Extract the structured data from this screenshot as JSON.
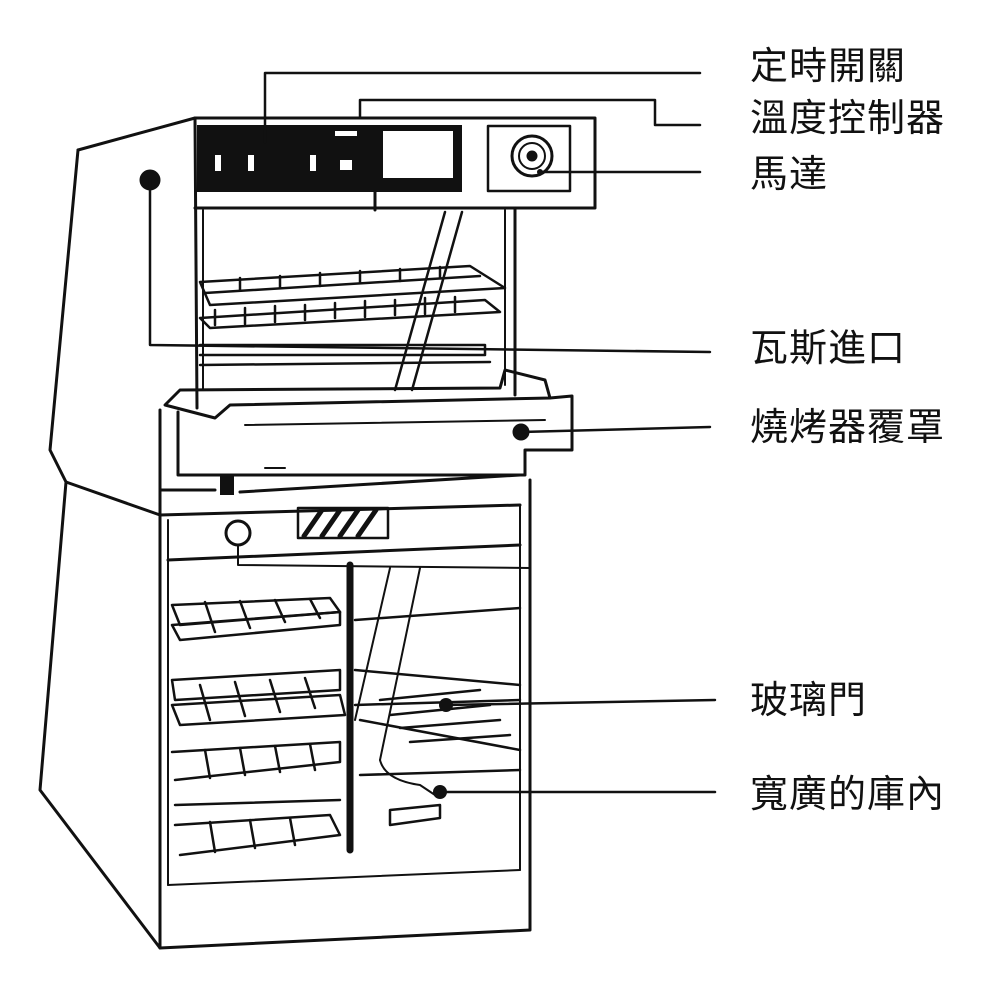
{
  "labels": {
    "timer_switch": "定時開關",
    "temp_controller": "溫度控制器",
    "motor": "馬達",
    "gas_inlet": "瓦斯進口",
    "grill_cover": "燒烤器覆罩",
    "glass_door": "玻璃門",
    "spacious_interior": "寬廣的庫內"
  },
  "colors": {
    "ink": "#111111",
    "paper": "#ffffff"
  }
}
